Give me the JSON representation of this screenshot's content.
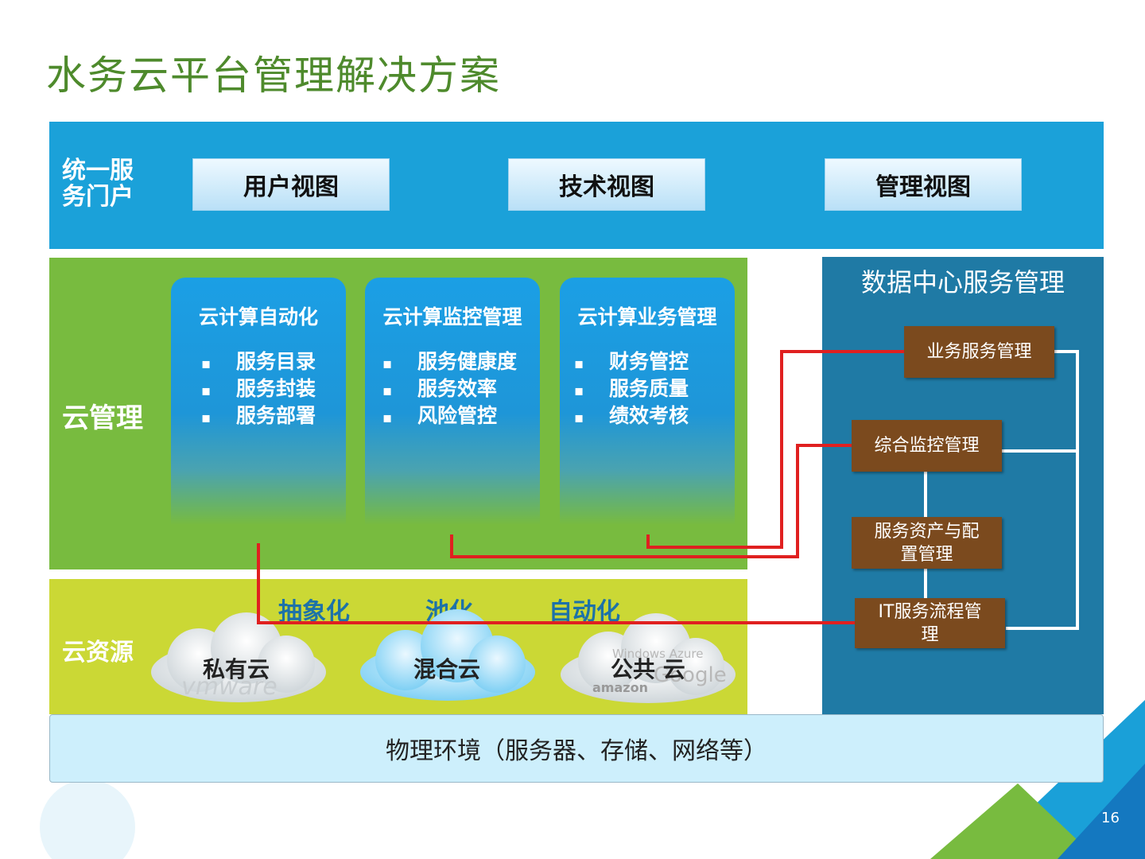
{
  "title": "水务云平台管理解决方案",
  "portal": {
    "label_line1": "统一服",
    "label_line2": "务门户",
    "views": [
      "用户视图",
      "技术视图",
      "管理视图"
    ]
  },
  "cloud_management": {
    "label": "云管理",
    "cards": [
      {
        "title": "云计算自动化",
        "items": [
          "服务目录",
          "服务封装",
          "服务部署"
        ]
      },
      {
        "title": "云计算监控管理",
        "items": [
          "服务健康度",
          "服务效率",
          "风险管控"
        ]
      },
      {
        "title": "云计算业务管理",
        "items": [
          "财务管控",
          "服务质量",
          "绩效考核"
        ]
      }
    ],
    "bullet": "▪"
  },
  "cloud_resources": {
    "label": "云资源",
    "features": [
      "抽象化",
      "池化",
      "自动化"
    ],
    "clouds": [
      "私有云",
      "混合云",
      "公共 云"
    ],
    "cloud_logo_text": [
      "vmware",
      "amazon",
      "Google",
      "Windows Azure"
    ]
  },
  "datacenter": {
    "title": "数据中心服务管理",
    "boxes": {
      "business": "业务服务管理",
      "monitoring": "综合监控管理",
      "asset_line1": "服务资产与配",
      "asset_line2": "置管理",
      "itsm_line1": "IT服务流程管",
      "itsm_line2": "理"
    }
  },
  "physical": "物理环境（服务器、存储、网络等）",
  "page_number": "16",
  "colors": {
    "title_green": "#4e8a2c",
    "portal_blue": "#1ba1d9",
    "mgmt_green": "#78bb3f",
    "res_yellow": "#cbd835",
    "dc_blue": "#1f7aa5",
    "box_brown": "#7b4a1e",
    "connector_red": "#e02020"
  }
}
